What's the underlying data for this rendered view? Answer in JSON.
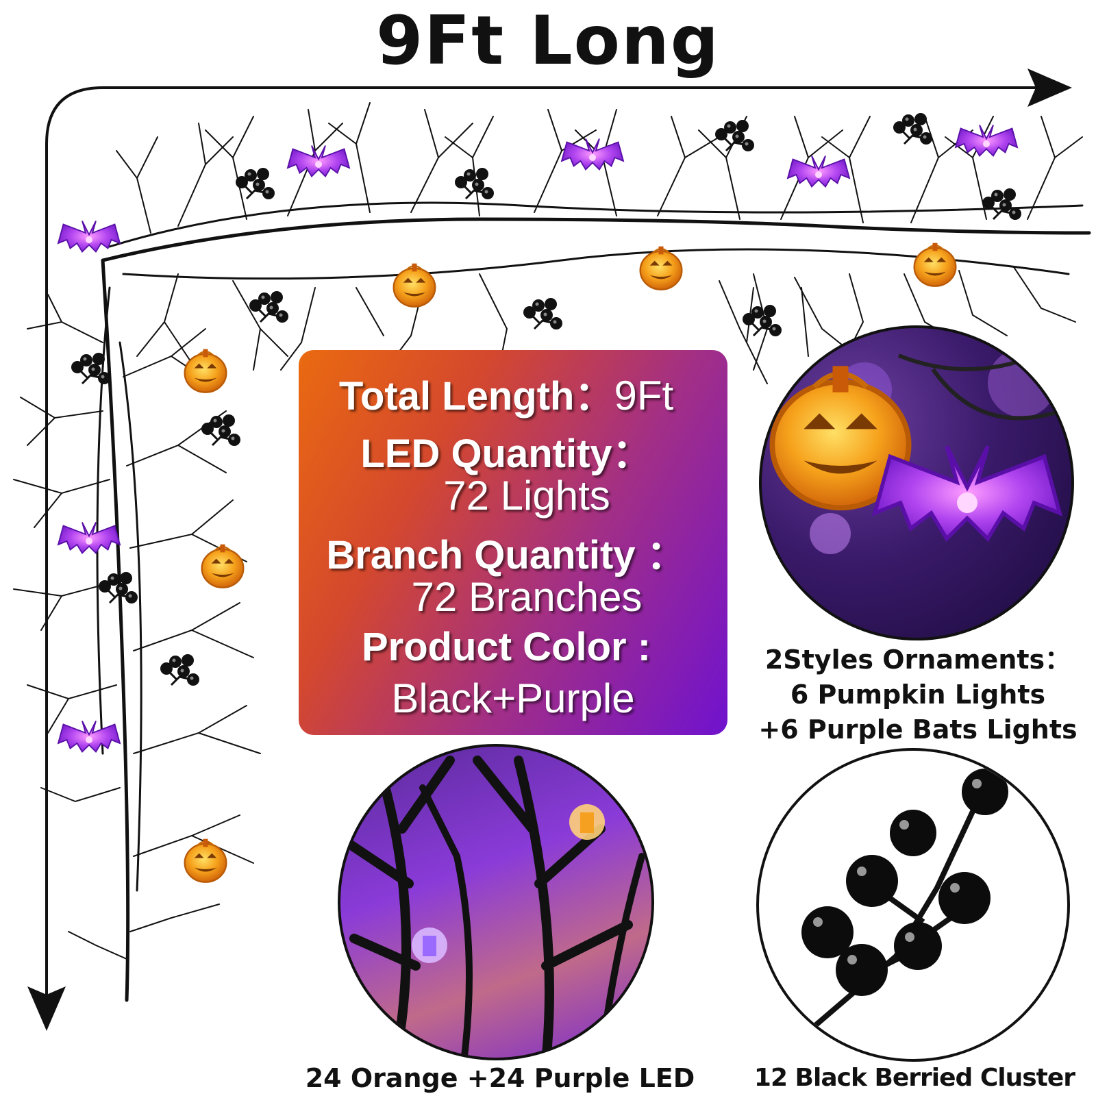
{
  "title": "9Ft Long",
  "specs": {
    "total_length_label": "Total Length：",
    "total_length_value": "9Ft",
    "led_label": "LED Quantity：",
    "led_value": "72 Lights",
    "branch_label": "Branch Quantity ：",
    "branch_value": "72 Branches",
    "color_label": "Product Color :",
    "color_value": "Black+Purple"
  },
  "ornaments": {
    "line1": "2Styles Ornaments：",
    "line2": "6 Pumpkin Lights",
    "line3": "+6 Purple Bats Lights"
  },
  "led_caption": "24 Orange +24 Purple LED",
  "berry_caption": "12 Black Berried Cluster",
  "colors": {
    "orange": "#f29a1a",
    "purple": "#8a22e0",
    "black": "#111111"
  }
}
